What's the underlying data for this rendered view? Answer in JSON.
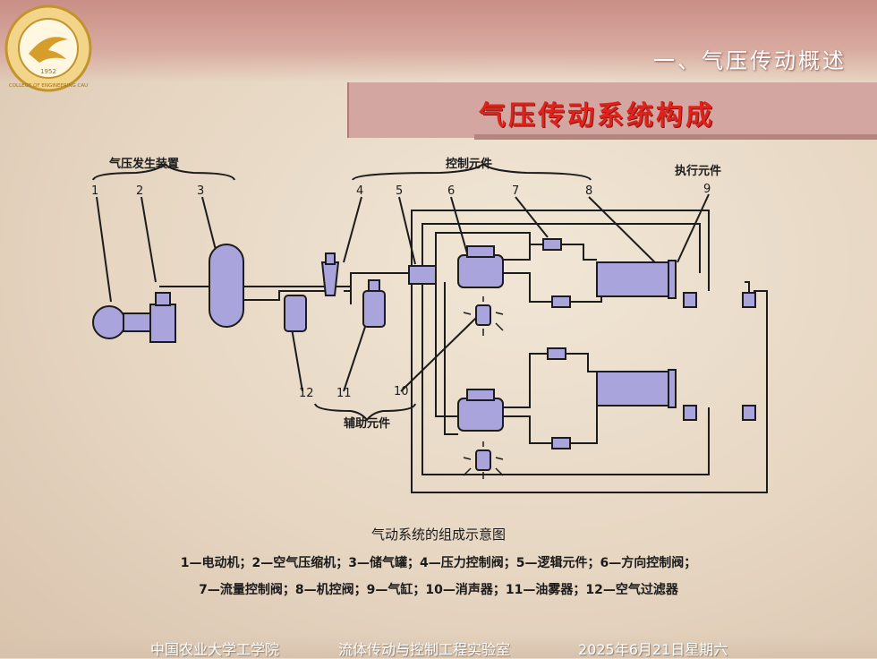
{
  "header": {
    "section_title": "一、气压传动概述",
    "main_title": "气压传动系统构成"
  },
  "logo": {
    "text": "COLLEGE OF ENGINEERING CAU",
    "year": "1952"
  },
  "diagram": {
    "group_labels": {
      "air_source": "气压发生装置",
      "control": "控制元件",
      "actuator": "执行元件",
      "auxiliary": "辅助元件"
    },
    "numbers_top": [
      "1",
      "2",
      "3",
      "4",
      "5",
      "6",
      "7",
      "8",
      "9"
    ],
    "numbers_bottom": [
      "12",
      "11",
      "10"
    ],
    "caption": "气动系统的组成示意图",
    "legend_line1": "1—电动机；2—空气压缩机；3—储气罐；4—压力控制阀；5—逻辑元件；6—方向控制阀；",
    "legend_line2": "7—流量控制阀；8—机控阀；9—气缸；10—消声器；11—油雾器；12—空气过滤器"
  },
  "footer": {
    "school": "中国农业大学工学院",
    "lab": "流体传动与控制工程实验室",
    "date": "2025年6月21日星期六"
  },
  "colors": {
    "component_fill": "#a9a5dc",
    "title_red": "#e3211b",
    "title_bar": "#d4a6a1"
  }
}
